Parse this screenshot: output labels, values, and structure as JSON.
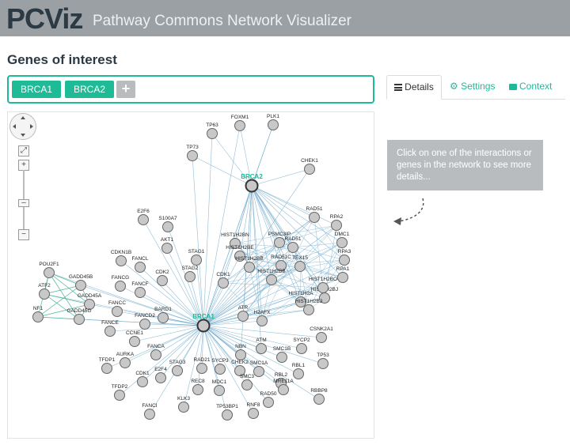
{
  "header": {
    "logo": "PCViz",
    "subtitle": "Pathway Commons Network Visualizer"
  },
  "genes": {
    "title": "Genes of interest",
    "items": [
      "BRCA1",
      "BRCA2"
    ],
    "add_label": "+"
  },
  "tabs": [
    {
      "icon": "list-icon",
      "label": "Details",
      "active": true
    },
    {
      "icon": "gear-icon",
      "label": "Settings",
      "active": false
    },
    {
      "icon": "comment-icon",
      "label": "Context",
      "active": false
    }
  ],
  "info": {
    "text": "Click on one of the interactions or genes in the network to see more details..."
  },
  "colors": {
    "accent": "#1fb99a",
    "header": "#9aa0a3",
    "node": "#c8c8c8",
    "edge": "#6aa7c9",
    "edge_green": "#4fb59a"
  },
  "graph": {
    "hubs": [
      "BRCA1",
      "BRCA2"
    ],
    "nodes": [
      "TP63",
      "FOXM1",
      "PLK1",
      "TP73",
      "CHEK1",
      "BRCA2",
      "RAD51",
      "RPA2",
      "DMC1",
      "RPA3",
      "RPA1",
      "HIST1H2BN",
      "PSMC3IP",
      "RAD51",
      "HIST1H2BE",
      "HIST1H2BB",
      "RAD51C",
      "TEX15",
      "CDK1",
      "HIST1H2BB",
      "HIST1H2BJ",
      "HIST1H2BO",
      "HIST1H2A",
      "ATR",
      "H2AFX",
      "HIST1H2BJ",
      "S100A7",
      "E2F6",
      "AKT1",
      "STAG1",
      "CDKN1B",
      "FANCL",
      "CDK2",
      "STAG2",
      "POU2F1",
      "GADD45B",
      "FANCG",
      "FANCF",
      "ATF2",
      "GADD45A",
      "FANCC",
      "NF1",
      "GADD45G",
      "FANCD2",
      "BARD1",
      "BRCA1",
      "FANCE",
      "CCNE1",
      "FANCA",
      "CSNK2A1",
      "SYCP2",
      "TP53",
      "ATM",
      "NBN",
      "SMC1B",
      "TFDP1",
      "AURKA",
      "STAG3",
      "RAD21",
      "SYCP3",
      "CHEK2",
      "SMC1A",
      "RBL1",
      "CDK1",
      "RBL2",
      "TFDP2",
      "E2F4",
      "REC8",
      "MDC1",
      "SMC3",
      "MRE11A",
      "RBBP8",
      "RAD50",
      "FANCI",
      "KLK3",
      "TP53BP1",
      "RNF8"
    ]
  }
}
